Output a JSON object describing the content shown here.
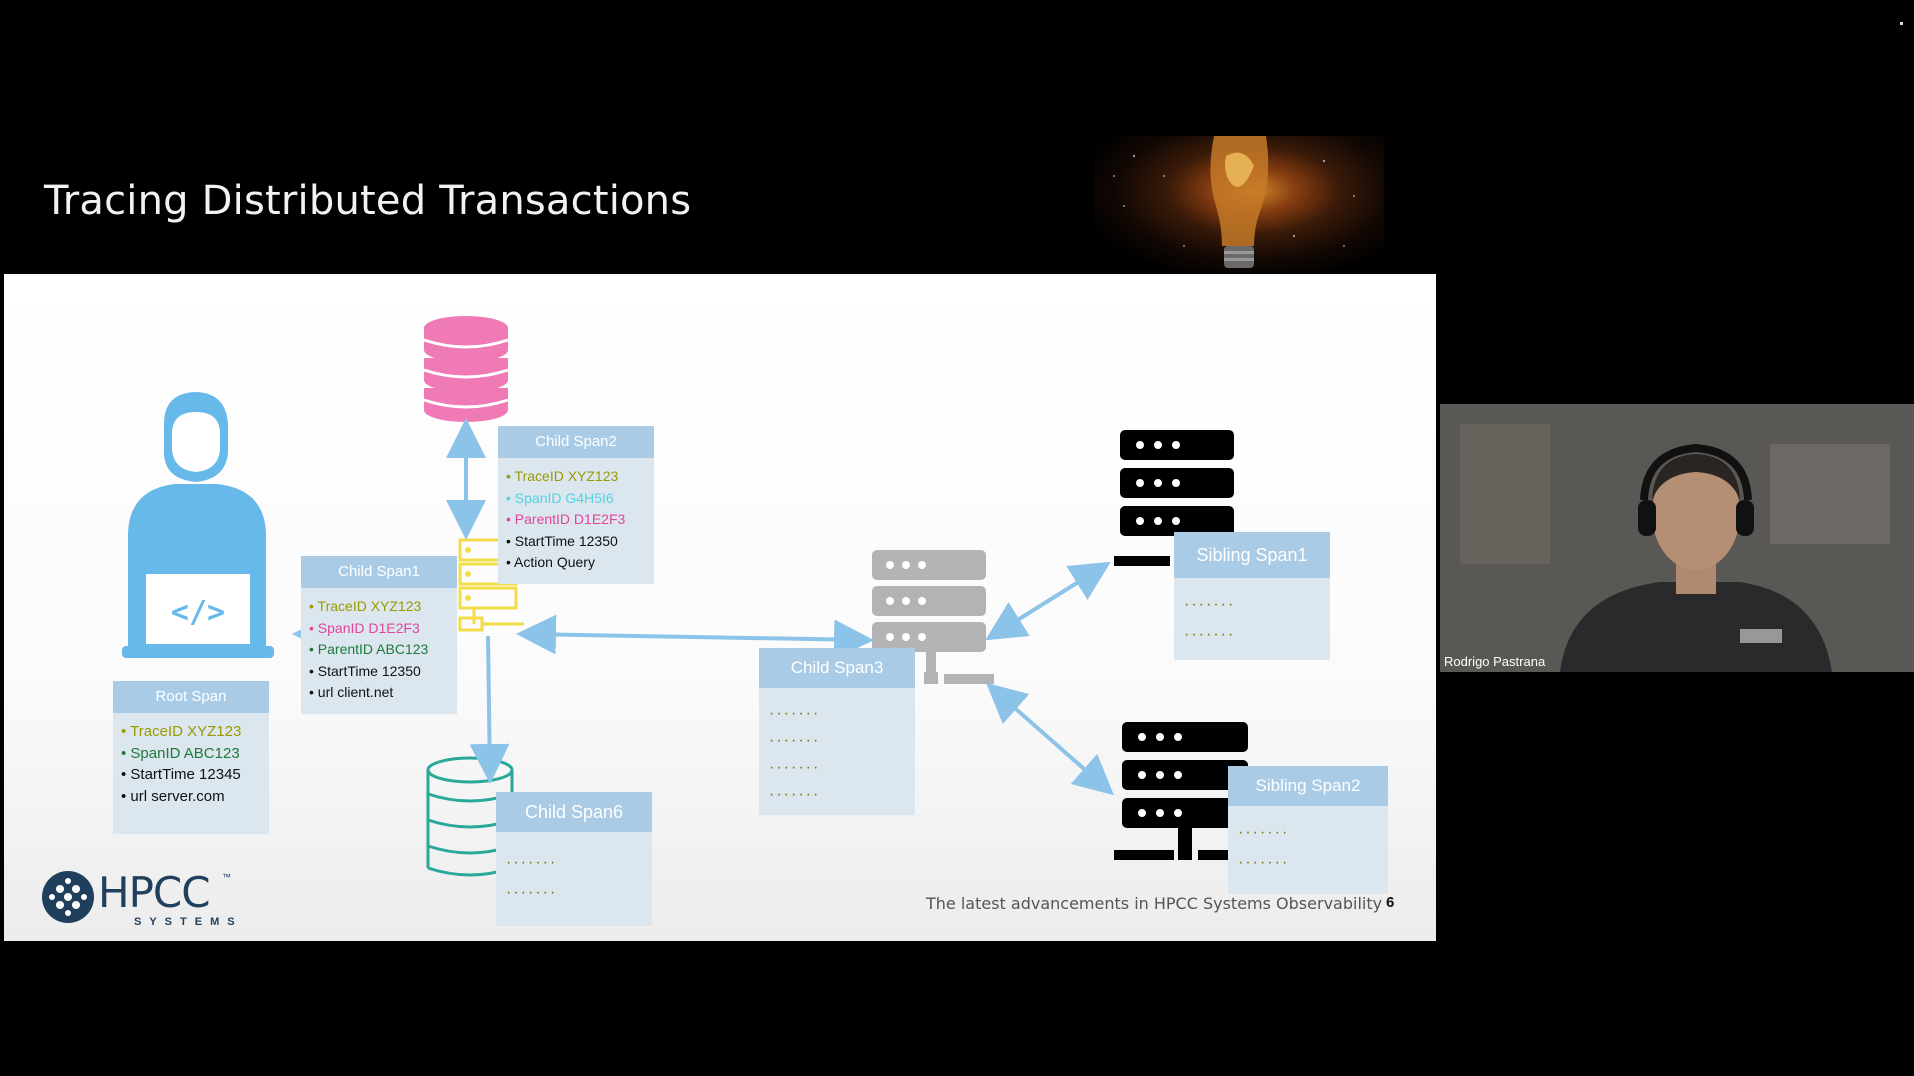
{
  "slide": {
    "title": "Tracing Distributed Transactions",
    "footer": "The latest advancements in HPCC Systems Observability",
    "page_number": "6",
    "logo": {
      "name": "HPCC",
      "tagline": "SYSTEMS",
      "trademark": "™"
    }
  },
  "spans": {
    "root": {
      "title": "Root Span",
      "items": [
        "TraceID XYZ123",
        "SpanID ABC123",
        "StartTime 12345",
        "url server.com"
      ]
    },
    "child1": {
      "title": "Child Span1",
      "items": [
        "TraceID XYZ123",
        "SpanID D1E2F3",
        "ParentID ABC123",
        "StartTime 12350",
        "url client.net"
      ]
    },
    "child2": {
      "title": "Child Span2",
      "items": [
        "TraceID XYZ123",
        "SpanID G4H5I6",
        "ParentID D1E2F3",
        "StartTime 12350",
        "Action Query"
      ]
    },
    "child3": {
      "title": "Child Span3",
      "items": [
        "·······",
        "·······",
        "·······",
        "·······"
      ]
    },
    "child6": {
      "title": "Child Span6",
      "items": [
        "·······",
        "·······"
      ]
    },
    "sibling1": {
      "title": "Sibling Span1",
      "items": [
        "·······",
        "·······"
      ]
    },
    "sibling2": {
      "title": "Sibling Span2",
      "items": [
        "·······",
        "·······"
      ]
    }
  },
  "colors": {
    "trace": "#a0a000",
    "span_pink": "#e0469b",
    "span_cyan": "#52d4e0",
    "span_green": "#1f7a3a",
    "parent_green": "#1f7a3a",
    "header": "#a9cbe6",
    "card": "#dbe6ef",
    "arrow": "#8cc3e8"
  },
  "video": {
    "presenter_name": "Rodrigo Pastrana"
  }
}
